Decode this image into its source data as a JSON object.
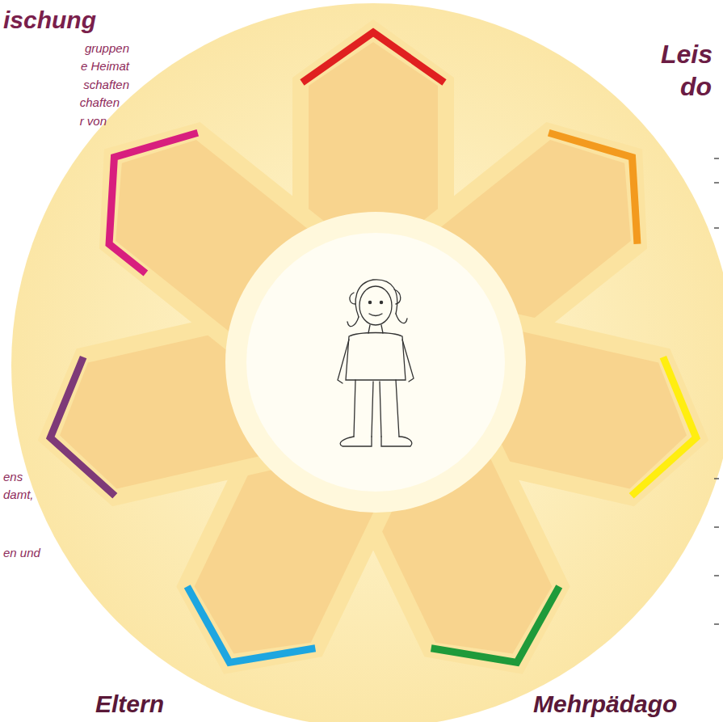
{
  "diagram": {
    "labels": [
      "ischung",
      "gruppen",
      "e Heimat",
      "schaften",
      "chaften",
      "r von",
      "Leis",
      "do",
      "ens",
      "damt,",
      "en und",
      "Eltern",
      "Mehrpädago"
    ]
  }
}
